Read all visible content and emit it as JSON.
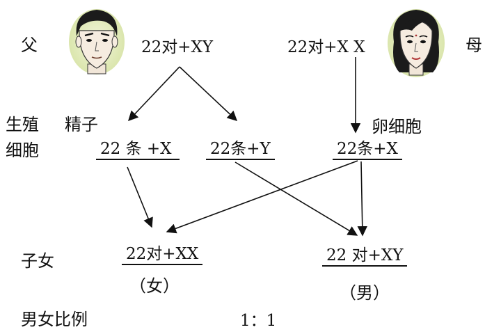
{
  "labels": {
    "father": "父",
    "mother": "母",
    "germ_cells_line1": "生殖",
    "germ_cells_line2": "细胞",
    "sperm": "精子",
    "egg": "卵细胞",
    "offspring": "子女",
    "ratio_label": "男女比例"
  },
  "father_genotype": "22对+XY",
  "mother_genotype": "22对+X X",
  "gametes": {
    "sperm_x": "22 条  +X",
    "sperm_y": "22条+Y",
    "egg_x": "22条+X"
  },
  "offspring": {
    "daughter_genotype": "22对+XX",
    "daughter_sex": "（女）",
    "son_genotype": "22 对+XY",
    "son_sex": "（男）"
  },
  "ratio_value": "1：1",
  "icons": {
    "father_portrait": "male-face-icon",
    "mother_portrait": "female-face-icon"
  },
  "colors": {
    "portrait_background": "#e6edc4",
    "ink": "#111111"
  }
}
